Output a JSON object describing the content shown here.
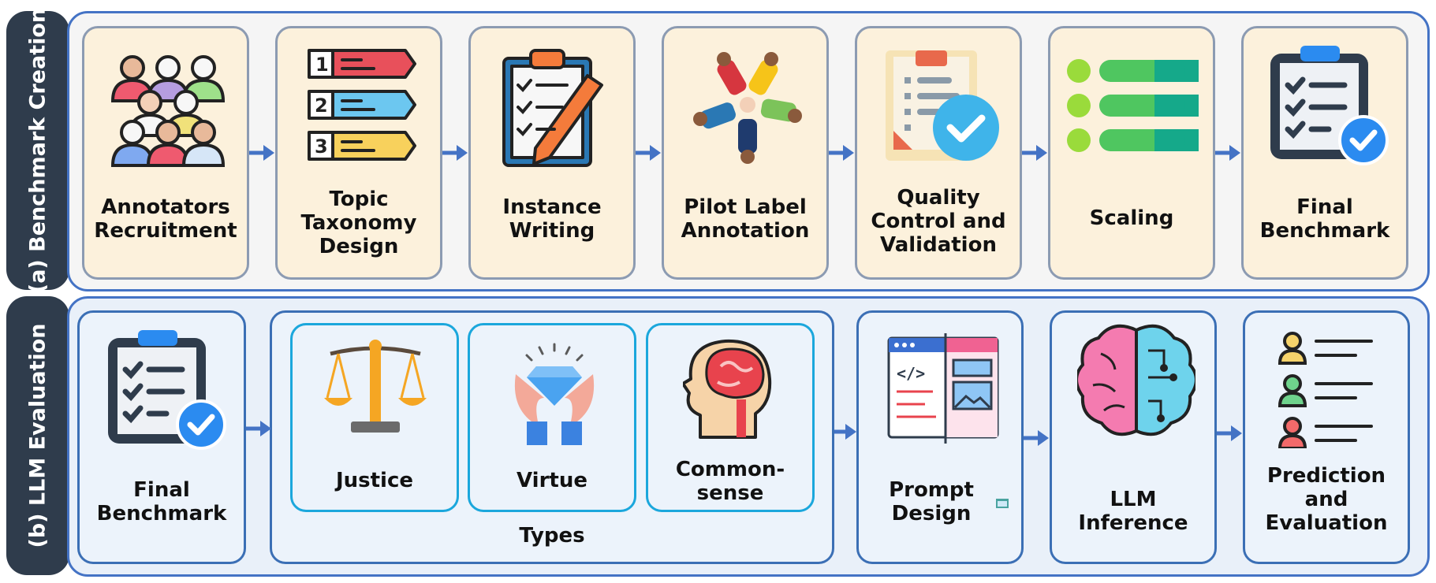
{
  "section_a": {
    "tab_label": "(a) Benchmark Creation",
    "steps": [
      {
        "label": "Annotators\nRecruitment",
        "icon": "people-group-icon"
      },
      {
        "label": "Topic\nTaxonomy\nDesign",
        "icon": "numbered-list-icon"
      },
      {
        "label": "Instance\nWriting",
        "icon": "clipboard-pencil-icon"
      },
      {
        "label": "Pilot Label\nAnnotation",
        "icon": "team-circle-icon"
      },
      {
        "label": "Quality\nControl and\nValidation",
        "icon": "document-check-icon"
      },
      {
        "label": "Scaling",
        "icon": "stacked-bars-icon"
      },
      {
        "label": "Final\nBenchmark",
        "icon": "checklist-clipboard-icon"
      }
    ]
  },
  "section_b": {
    "tab_label": "(b) LLM Evaluation",
    "first_step": {
      "label": "Final\nBenchmark",
      "icon": "checklist-clipboard-icon"
    },
    "types_group": {
      "label": "Types",
      "items": [
        {
          "label": "Justice",
          "icon": "scales-icon"
        },
        {
          "label": "Virtue",
          "icon": "diamond-hands-icon"
        },
        {
          "label": "Common-\nsense",
          "icon": "head-brain-icon"
        }
      ]
    },
    "steps": [
      {
        "label": "Prompt\nDesign",
        "icon": "web-code-icon"
      },
      {
        "label": "LLM\nInference",
        "icon": "brain-circuit-icon"
      },
      {
        "label": "Prediction\nand\nEvaluation",
        "icon": "user-ranking-icon"
      }
    ]
  },
  "colors": {
    "band_border": "#4473c5",
    "tab_background": "#2f3c4c",
    "card_a_background": "#fcf1dc",
    "card_b_background": "#ecf3fb",
    "type_card_border": "#1ba7dc",
    "arrow": "#4473c5"
  }
}
